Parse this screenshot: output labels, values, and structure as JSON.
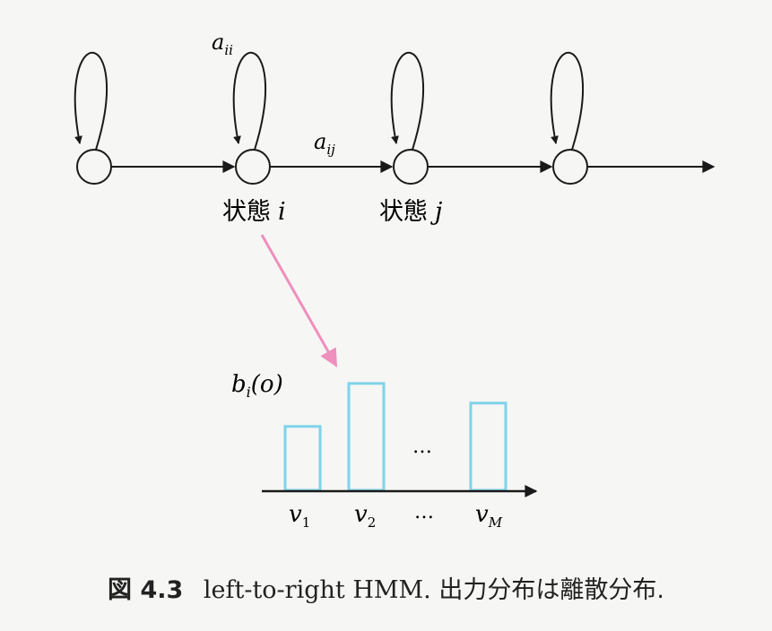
{
  "hmm": {
    "self_transition_label": "a_ii",
    "self_sym": "a",
    "self_sub": "ii",
    "transition_sym": "a",
    "transition_sub": "ij",
    "state_i_label": "状態",
    "state_i_var": "i",
    "state_j_label": "状態",
    "state_j_var": "j"
  },
  "output_dist": {
    "func": "b",
    "func_sub": "i",
    "func_arg": "(o)",
    "symbols": [
      {
        "sym": "v",
        "sub": "1"
      },
      {
        "sym": "v",
        "sub": "2"
      },
      {
        "sym": "v",
        "sub": "M"
      }
    ],
    "ellipsis": "…",
    "bar_levels": [
      0.52,
      0.87,
      0.71
    ]
  },
  "caption": {
    "figure": "図 4.3",
    "title": "left-to-right HMM.",
    "note": "出力分布は離散分布."
  },
  "colors": {
    "ink": "#1a1a1a",
    "bar": "#7fd3ea",
    "pointer_arrow": "#ee8fbe"
  }
}
